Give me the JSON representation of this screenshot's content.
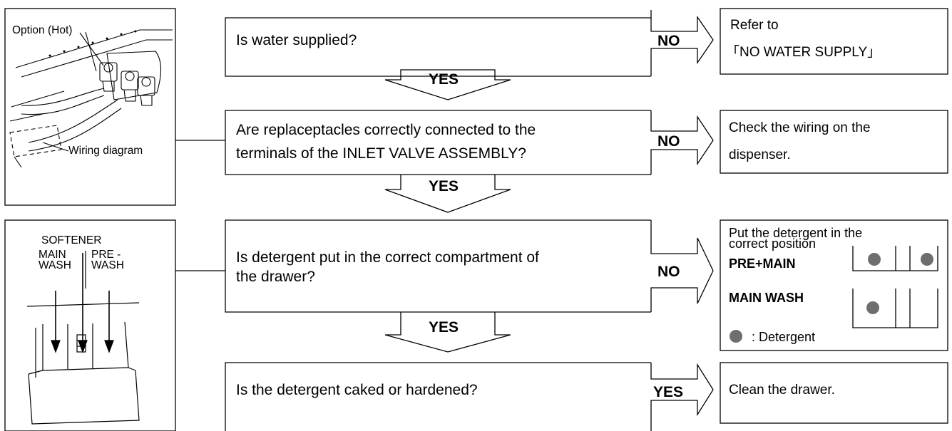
{
  "questions": [
    "Is water supplied?",
    "Are replaceptacles correctly connected to the",
    "terminals of the INLET VALVE ASSEMBLY?",
    "Is detergent put in the correct compartment of",
    "the drawer?",
    "Is the detergent caked or hardened?"
  ],
  "branch_labels": {
    "no": "NO",
    "yes": "YES"
  },
  "results": {
    "r1_line1": "Refer to",
    "r1_line2": "「NO WATER SUPPLY」",
    "r2_line1": "Check the wiring on the",
    "r2_line2": "dispenser.",
    "r3_line1": "Put the detergent in the",
    "r3_line2": "correct position",
    "r3_row1": "PRE+MAIN",
    "r3_row2": "MAIN WASH",
    "r3_legend": ": Detergent",
    "r4": "Clean the drawer."
  },
  "illustration_valve": {
    "option_label": "Option (Hot)",
    "wiring_label": "Wiring diagram"
  },
  "illustration_drawer": {
    "softener": "SOFTENER",
    "main": "MAIN",
    "wash_left": "WASH",
    "pre": "PRE -",
    "wash_right": "WASH"
  },
  "colors": {
    "line": "#000000",
    "dot": "#6e6e6e",
    "background": "#ffffff"
  }
}
